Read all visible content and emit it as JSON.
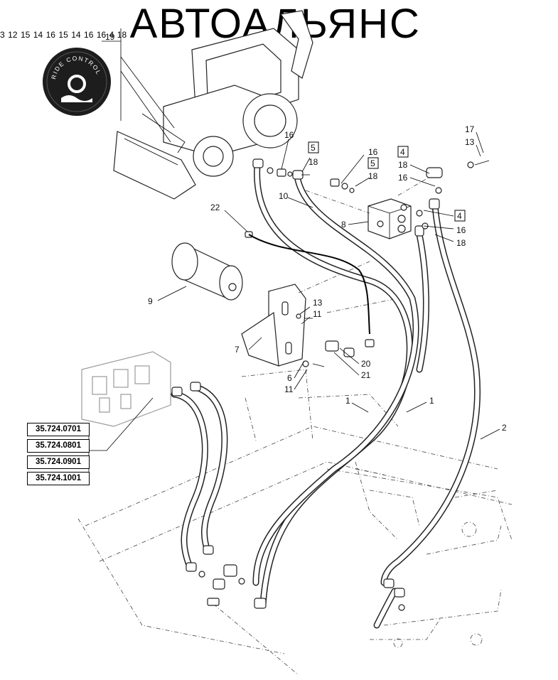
{
  "watermark": "АВТОАЛЬЯНС",
  "badge": {
    "text": "RIDE CONTROL"
  },
  "callouts": {
    "c19": "19",
    "c16a": "16",
    "c5a": "5",
    "c18a": "18",
    "c16b": "16",
    "c5b": "5",
    "c18b": "18",
    "c4a": "4",
    "c18c": "18",
    "c16c": "16",
    "c17": "17",
    "c13a": "13",
    "c10": "10",
    "c8": "8",
    "c4b": "4",
    "c16d": "16",
    "c18d": "18",
    "c22": "22",
    "c9": "9",
    "c13b": "13",
    "c11a": "11",
    "c7": "7",
    "c6": "6",
    "c11b": "11",
    "c20": "20",
    "c21": "21",
    "c1a": "1",
    "c1b": "1",
    "c2": "2",
    "c3": "3",
    "c12": "12",
    "c15a": "15",
    "c14a": "14",
    "c16e": "16",
    "c15b": "15",
    "c14b": "14",
    "c16f": "16",
    "c16g": "16",
    "c4c": "4",
    "c18e": "18"
  },
  "references": [
    "35.724.0701",
    "35.724.0801",
    "35.724.0901",
    "35.724.1001"
  ]
}
